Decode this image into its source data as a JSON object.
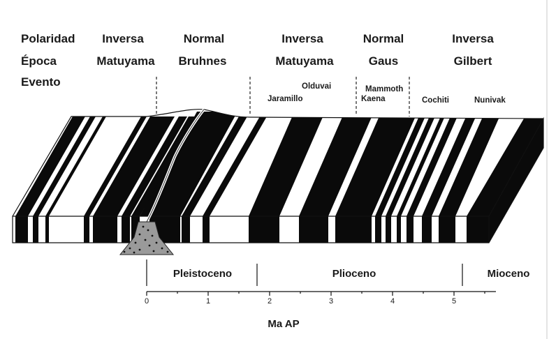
{
  "row_labels": [
    "Polaridad",
    "Época",
    "Evento"
  ],
  "columns": [
    {
      "polarity": "Inversa",
      "epoch": "Matuyama"
    },
    {
      "polarity": "Normal",
      "epoch": "Bruhnes"
    },
    {
      "polarity": "Inversa",
      "epoch": "Matuyama"
    },
    {
      "polarity": "Normal",
      "epoch": "Gaus"
    },
    {
      "polarity": "Inversa",
      "epoch": "Gilbert"
    }
  ],
  "events": [
    "Jaramillo",
    "Olduvai",
    "Mammoth",
    "Kaena",
    "Cochiti",
    "Nunivak"
  ],
  "epochs": [
    "Pleistoceno",
    "Plioceno",
    "Mioceno"
  ],
  "axis": {
    "ticks": [
      "0",
      "1",
      "2",
      "3",
      "4",
      "5"
    ],
    "label": "Ma AP"
  },
  "colors": {
    "stripe": "#0a0a0a",
    "background": "#ffffff",
    "text": "#1a1a1a"
  }
}
